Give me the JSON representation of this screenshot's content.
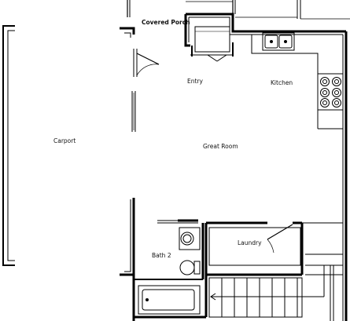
{
  "rooms": {
    "covered_porch": "Covered Porch",
    "entry": "Entry",
    "kitchen": "Kitchen",
    "carport": "Carport",
    "great_room": "Great Room",
    "bath2": "Bath 2",
    "laundry": "Laundry"
  },
  "colors": {
    "wall": "#000000",
    "line": "#222222",
    "light": "#666666"
  }
}
